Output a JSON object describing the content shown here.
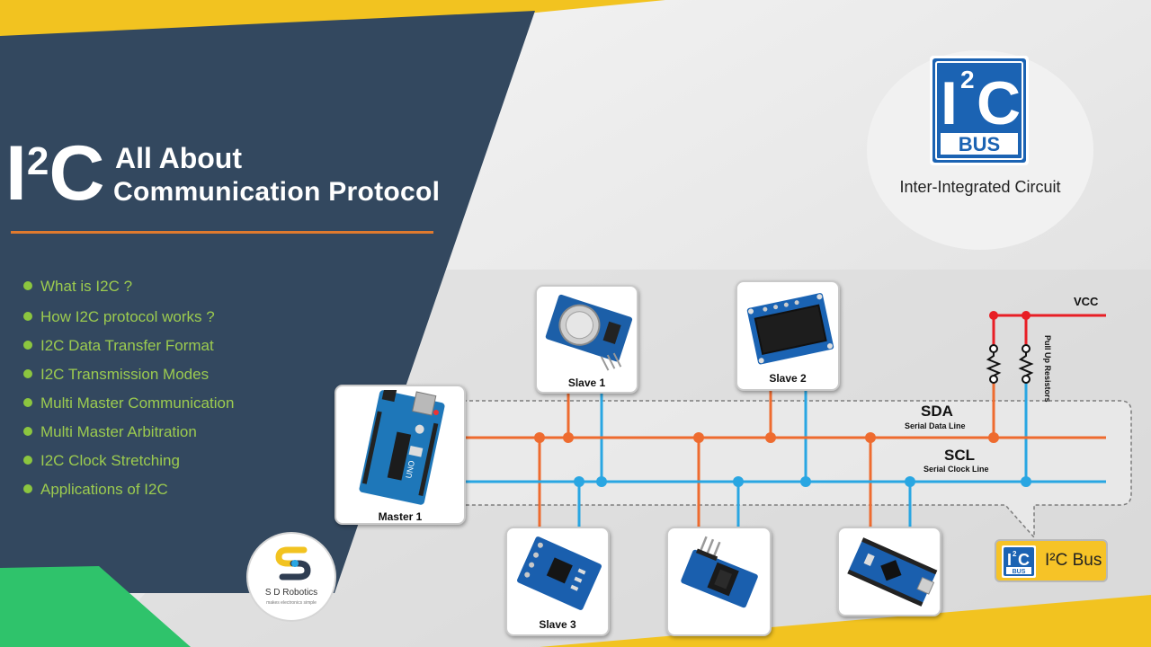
{
  "title": {
    "main": "I",
    "superscript": "2",
    "main_suffix": "C",
    "line1": "All About",
    "line2": "Communication Protocol"
  },
  "topics": [
    "What is I2C ?",
    "How I2C protocol works ?",
    "I2C Data Transfer Format",
    "I2C Transmission Modes",
    "Multi Master Communication",
    "Multi Master Arbitration",
    "I2C Clock Stretching",
    "Applications of I2C"
  ],
  "logo": {
    "caption": "Inter-Integrated Circuit",
    "badge_top": "I",
    "badge_sup": "2",
    "badge_c": "C",
    "badge_bus": "BUS"
  },
  "diagram": {
    "vcc": "VCC",
    "pullup": "Pull Up Resistors",
    "sda": "SDA",
    "sda_full": "Serial Data Line",
    "scl": "SCL",
    "scl_full": "Serial Clock Line",
    "master": "Master 1",
    "slave1": "Slave 1",
    "slave2": "Slave 2",
    "slave3": "Slave 3",
    "bus_tag": "I²C Bus",
    "bus_tag_logo_sup": "2",
    "bus_tag_logo_bus": "BUS"
  },
  "brand": {
    "name": "S D Robotics",
    "tagline": "makes electronics simple"
  },
  "colors": {
    "navy": "#33485f",
    "yellow": "#f2c320",
    "green": "#2fc36b",
    "sda": "#ee6b2f",
    "scl": "#29a6e2",
    "vcc": "#e81e25",
    "accent_rule": "#e07a2e",
    "topic_text": "#9ccb4f",
    "logo_blue": "#1b63b3"
  }
}
